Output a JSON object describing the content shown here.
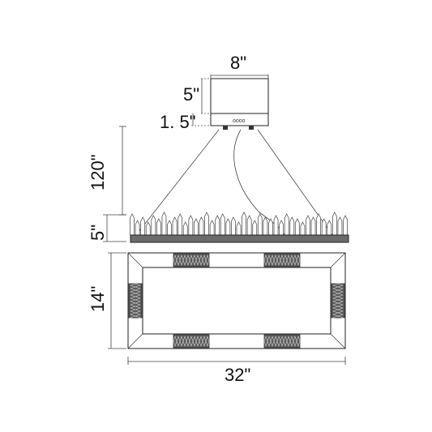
{
  "dimensions": {
    "canopy_width": "8\"",
    "canopy_height": "5\"",
    "canopy_plate": "1. 5\"",
    "hanging_length": "120\"",
    "crystal_height": "5\"",
    "body_depth": "14\"",
    "body_length": "32\""
  },
  "colors": {
    "line": "#222222",
    "crystal": "#555555",
    "ornament": "#333333",
    "bar": "#6b6b6b"
  }
}
